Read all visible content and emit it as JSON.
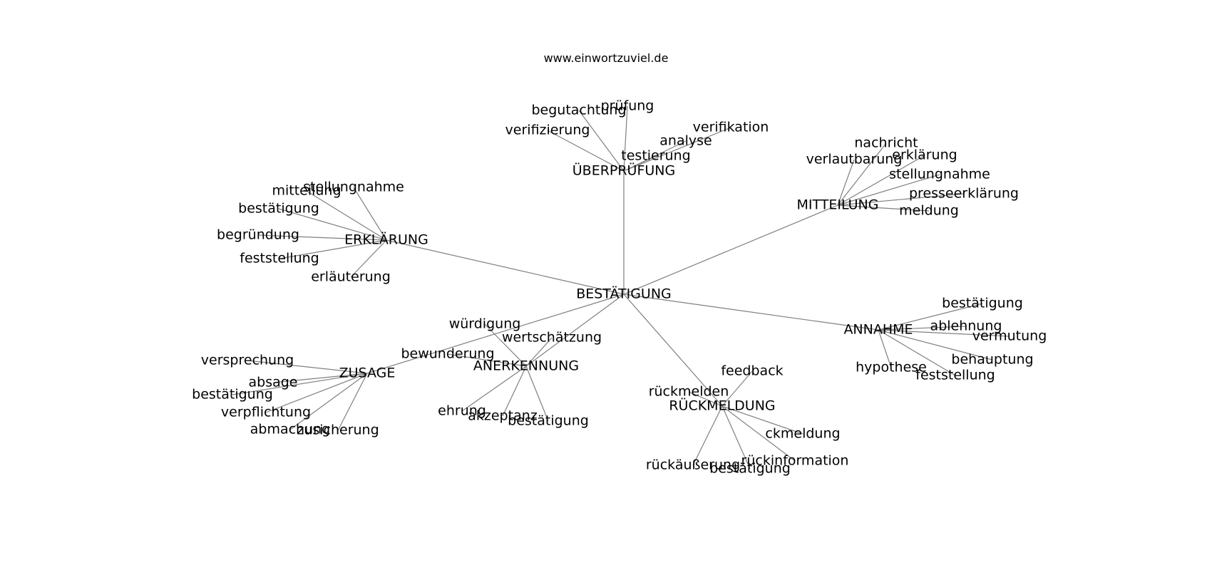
{
  "title": "www.einwortzuviel.de",
  "root": "BESTÄTIGUNG",
  "groups": [
    {
      "label": "ÜBERPRÜFUNG",
      "leaves": [
        "begutachtung",
        "prüfung",
        "verifizierung",
        "verifikation",
        "analyse",
        "testierung"
      ]
    },
    {
      "label": "MITTEILUNG",
      "leaves": [
        "nachricht",
        "erklärung",
        "verlautbarung",
        "stellungnahme",
        "presseerklärung",
        "meldung"
      ]
    },
    {
      "label": "ERKLÄRUNG",
      "leaves": [
        "stellungnahme",
        "mitteilung",
        "bestätigung",
        "begründung",
        "feststellung",
        "erläuterung"
      ]
    },
    {
      "label": "ANNAHME",
      "leaves": [
        "bestätigung",
        "ablehnung",
        "vermutung",
        "behauptung",
        "hypothese",
        "feststellung"
      ]
    },
    {
      "label": "ANERKENNUNG",
      "leaves": [
        "würdigung",
        "wertschätzung",
        "bewunderung",
        "ehrung",
        "akzeptanz",
        "bestätigung"
      ]
    },
    {
      "label": "ZUSAGE",
      "leaves": [
        "versprechung",
        "absage",
        "bestätigung",
        "verpflichtung",
        "abmachung",
        "zusicherung"
      ]
    },
    {
      "label": "RÜCKMELDUNG",
      "leaves": [
        "feedback",
        "rückmelden",
        "ckmeldung",
        "rückinformation",
        "rückäußerung",
        "bestätigung"
      ]
    }
  ]
}
